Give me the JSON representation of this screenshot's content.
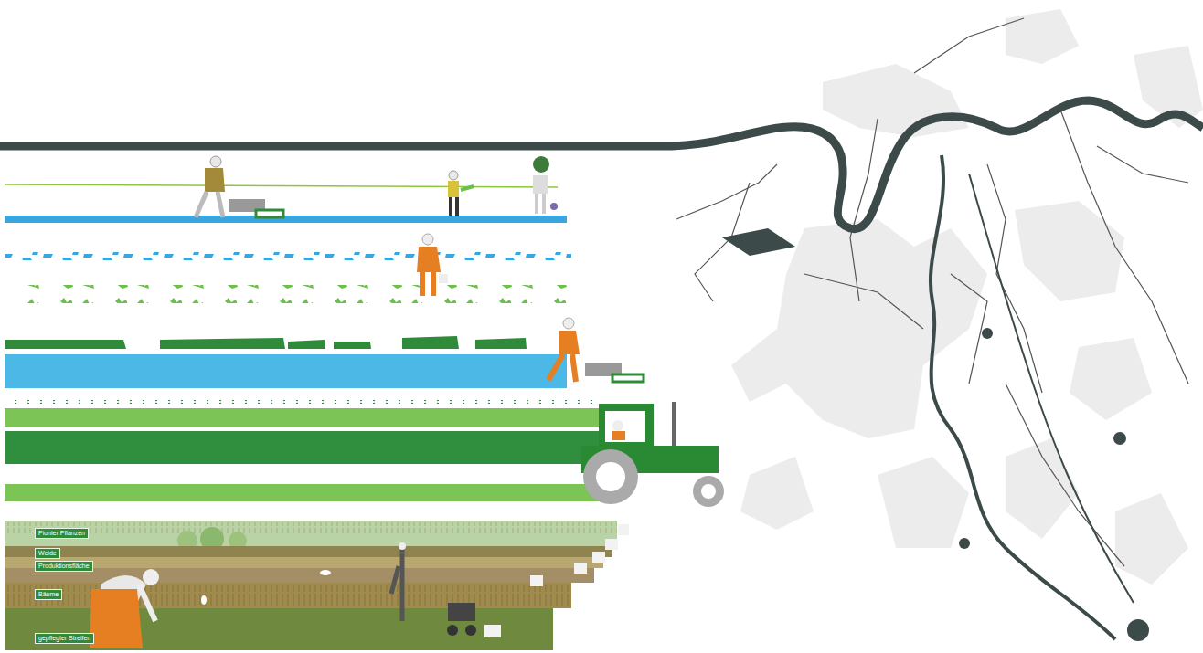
{
  "diagram": {
    "nodes": [
      {
        "text": [
          "Pionier Pflanzen"
        ]
      },
      {
        "text": [
          "Weide"
        ]
      },
      {
        "text": [
          "Produktionsfläche"
        ]
      },
      {
        "text": [
          "Bäume"
        ]
      },
      {
        "text": [
          "gepflegter Streifen"
        ]
      }
    ]
  }
}
